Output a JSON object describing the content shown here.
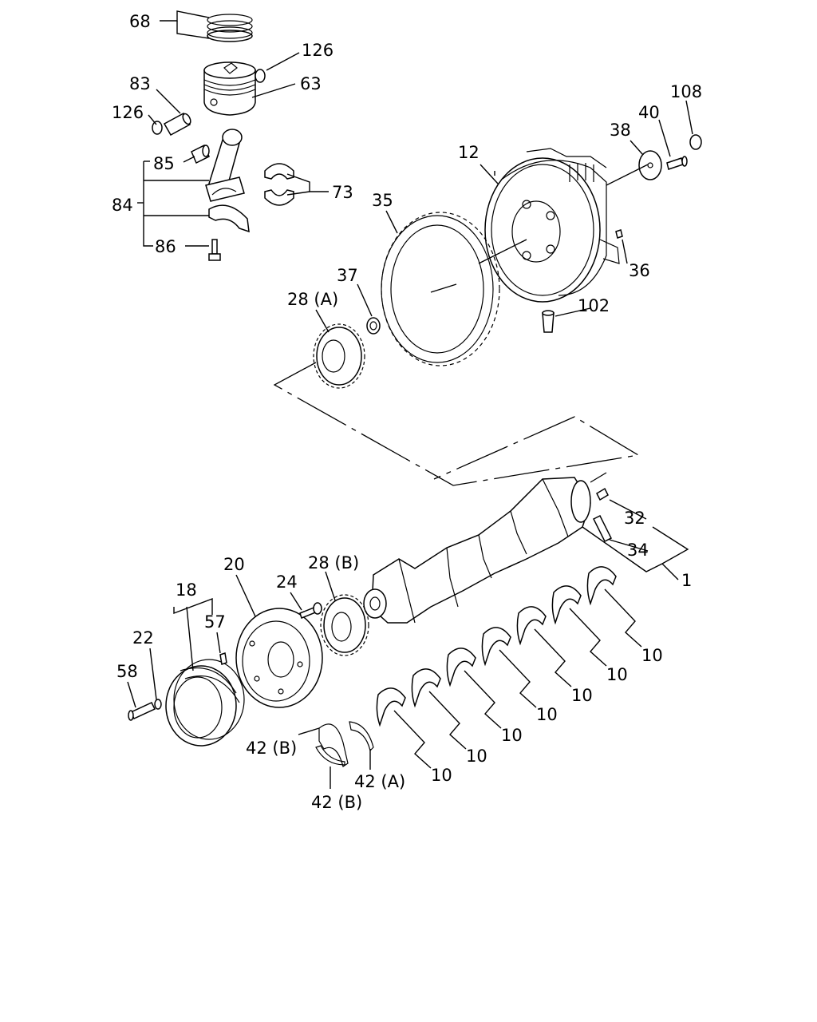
{
  "callouts": {
    "c68": "68",
    "c126_top": "126",
    "c63": "63",
    "c83": "83",
    "c126_left": "126",
    "c85": "85",
    "c84": "84",
    "c86": "86",
    "c73": "73",
    "c12": "12",
    "c38": "38",
    "c40": "40",
    "c108": "108",
    "c35": "35",
    "c37": "37",
    "c28a": "28 (A)",
    "c36": "36",
    "c102": "102",
    "c32": "32",
    "c34": "34",
    "c1": "1",
    "c20": "20",
    "c24": "24",
    "c28b": "28 (B)",
    "c18": "18",
    "c57": "57",
    "c22": "22",
    "c58": "58",
    "c10_1": "10",
    "c10_2": "10",
    "c10_3": "10",
    "c10_4": "10",
    "c10_5": "10",
    "c10_6": "10",
    "c10_7": "10",
    "c42b_top": "42 (B)",
    "c42a": "42 (A)",
    "c42b_bottom": "42 (B)"
  }
}
